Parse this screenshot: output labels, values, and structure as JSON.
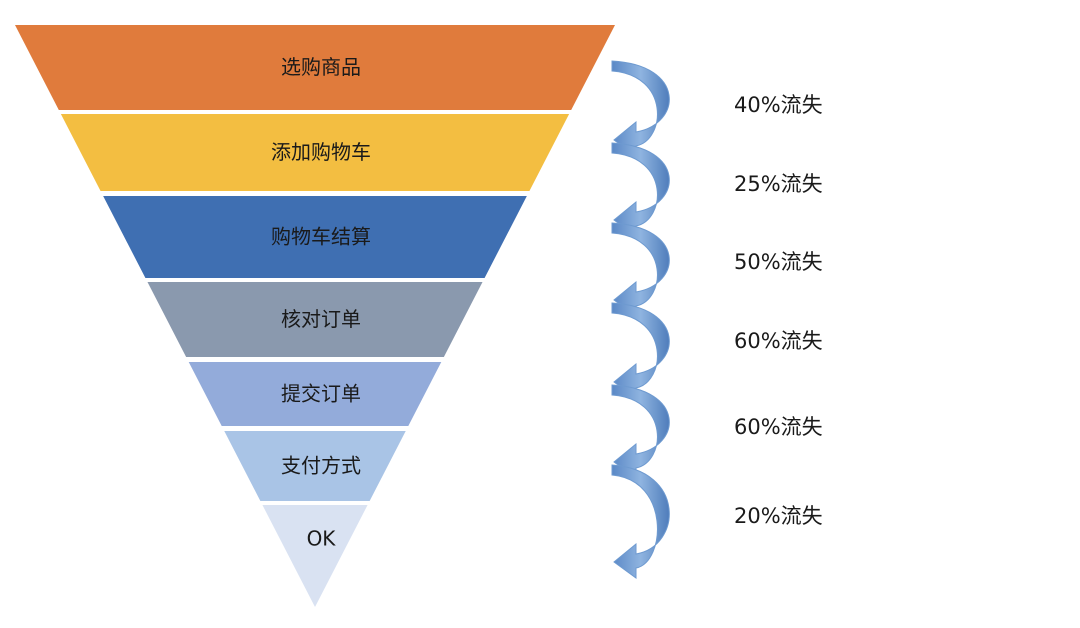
{
  "stages": [
    {
      "label": "选购商品",
      "color": "#E07B3C"
    },
    {
      "label": "添加购物车",
      "color": "#F3BE41"
    },
    {
      "label": "购物车结算",
      "color": "#3F6FB2"
    },
    {
      "label": "核对订单",
      "color": "#8A99AE"
    },
    {
      "label": "提交订单",
      "color": "#93ABDA"
    },
    {
      "label": "支付方式",
      "color": "#A9C4E6"
    },
    {
      "label": "OK",
      "color": "#D9E2F2"
    }
  ],
  "losses": [
    {
      "label": "40%流失"
    },
    {
      "label": "25%流失"
    },
    {
      "label": "50%流失"
    },
    {
      "label": "60%流失"
    },
    {
      "label": "60%流失"
    },
    {
      "label": "20%流失"
    }
  ],
  "arrow_color": "#6E9AD0"
}
